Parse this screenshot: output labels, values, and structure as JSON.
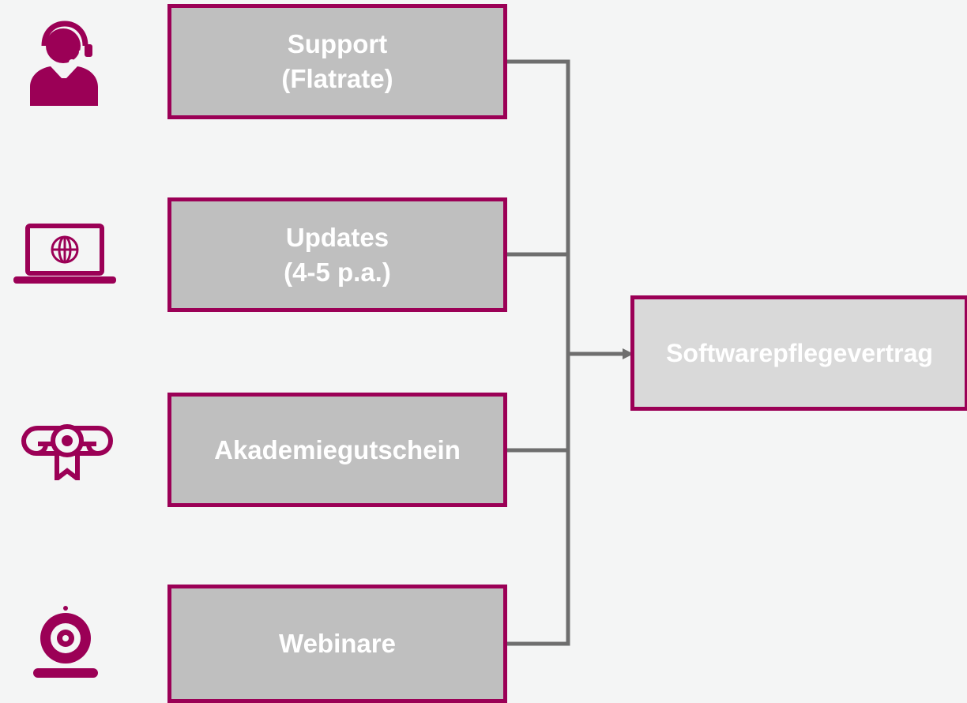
{
  "diagram": {
    "services": [
      {
        "line1": "Support",
        "line2": "(Flatrate)",
        "icon": "support-agent-icon"
      },
      {
        "line1": "Updates",
        "line2": "(4-5 p.a.)",
        "icon": "laptop-globe-icon"
      },
      {
        "line1": "Akademiegutschein",
        "line2": "",
        "icon": "certificate-icon"
      },
      {
        "line1": "Webinare",
        "line2": "",
        "icon": "webcam-icon"
      }
    ],
    "target": {
      "label": "Softwarepflegevertrag"
    }
  },
  "colors": {
    "accent": "#9b0056",
    "box_fill": "#bfbfbf",
    "target_fill": "#d9d9d9",
    "connector": "#6e6e6e",
    "background": "#f4f5f5"
  }
}
